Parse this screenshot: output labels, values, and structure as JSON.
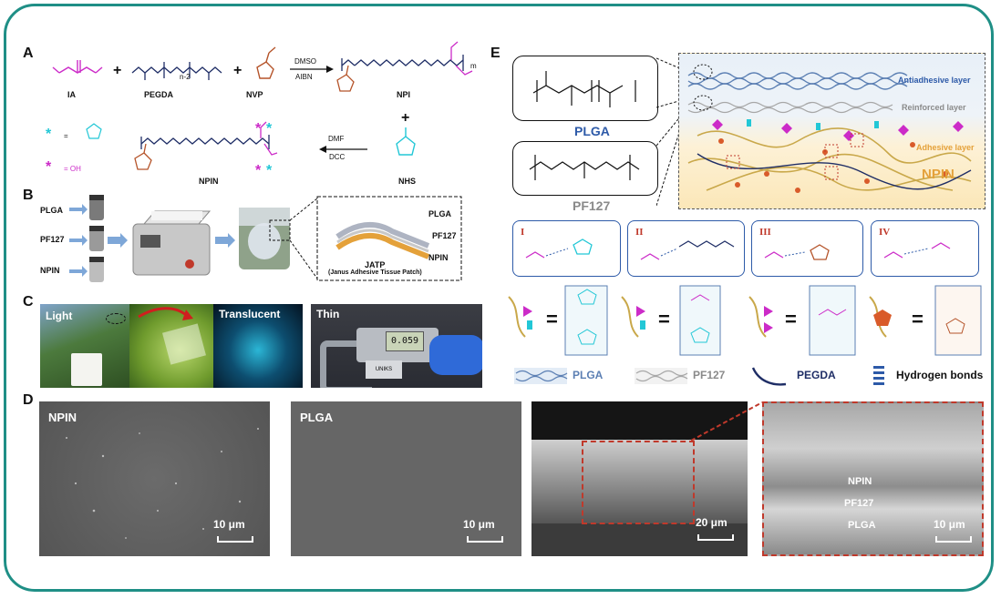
{
  "panels": {
    "A": "A",
    "B": "B",
    "C": "C",
    "D": "D",
    "E": "E"
  },
  "panelA": {
    "ia": "IA",
    "pegda": "PEGDA",
    "nvp": "NVP",
    "npi": "NPI",
    "npin": "NPIN",
    "nhs": "NHS",
    "cond1_top": "DMSO",
    "cond1_bot": "AIBN",
    "cond2_top": "DMF",
    "cond2_bot": "DCC",
    "legend_star1": "=",
    "legend_star2": "= OH",
    "n_label": "n-2",
    "m_label": "m"
  },
  "panelB": {
    "inputs": [
      "PLGA",
      "PF127",
      "NPIN"
    ],
    "layers": [
      "PLGA",
      "PF127",
      "NPIN"
    ],
    "jatp": "JATP",
    "jatp_full": "(Janus Adhesive Tissue Patch)"
  },
  "panelC": {
    "light": "Light",
    "translucent": "Translucent",
    "thin": "Thin",
    "reading": "0.059"
  },
  "panelD": {
    "sem1_label": "NPIN",
    "sem1_scale": "10 μm",
    "sem2_label": "PLGA",
    "sem2_scale": "10 μm",
    "sem3_scale": "20 μm",
    "sem4_layers": [
      "NPIN",
      "PF127",
      "PLGA"
    ],
    "sem4_scale": "10 μm"
  },
  "panelE": {
    "plga": "PLGA",
    "pf127": "PF127",
    "layers": [
      "Antiadhesive layer",
      "Reinforced layer",
      "Adhesive layer"
    ],
    "npin": "NPIN",
    "interactions": [
      "I",
      "II",
      "III",
      "IV"
    ],
    "legend": [
      "PLGA",
      "PF127",
      "PEGDA",
      "Hydrogen bonds"
    ],
    "eq": "="
  },
  "colors": {
    "frame": "#1f8f86",
    "magenta": "#cc2bc8",
    "cyan": "#22c7d6",
    "brown": "#b5542a",
    "navy": "#1f2e66",
    "plga_blue": "#2d5aa8",
    "adhesive_orange": "#e4a13a",
    "red": "#c0392b"
  }
}
